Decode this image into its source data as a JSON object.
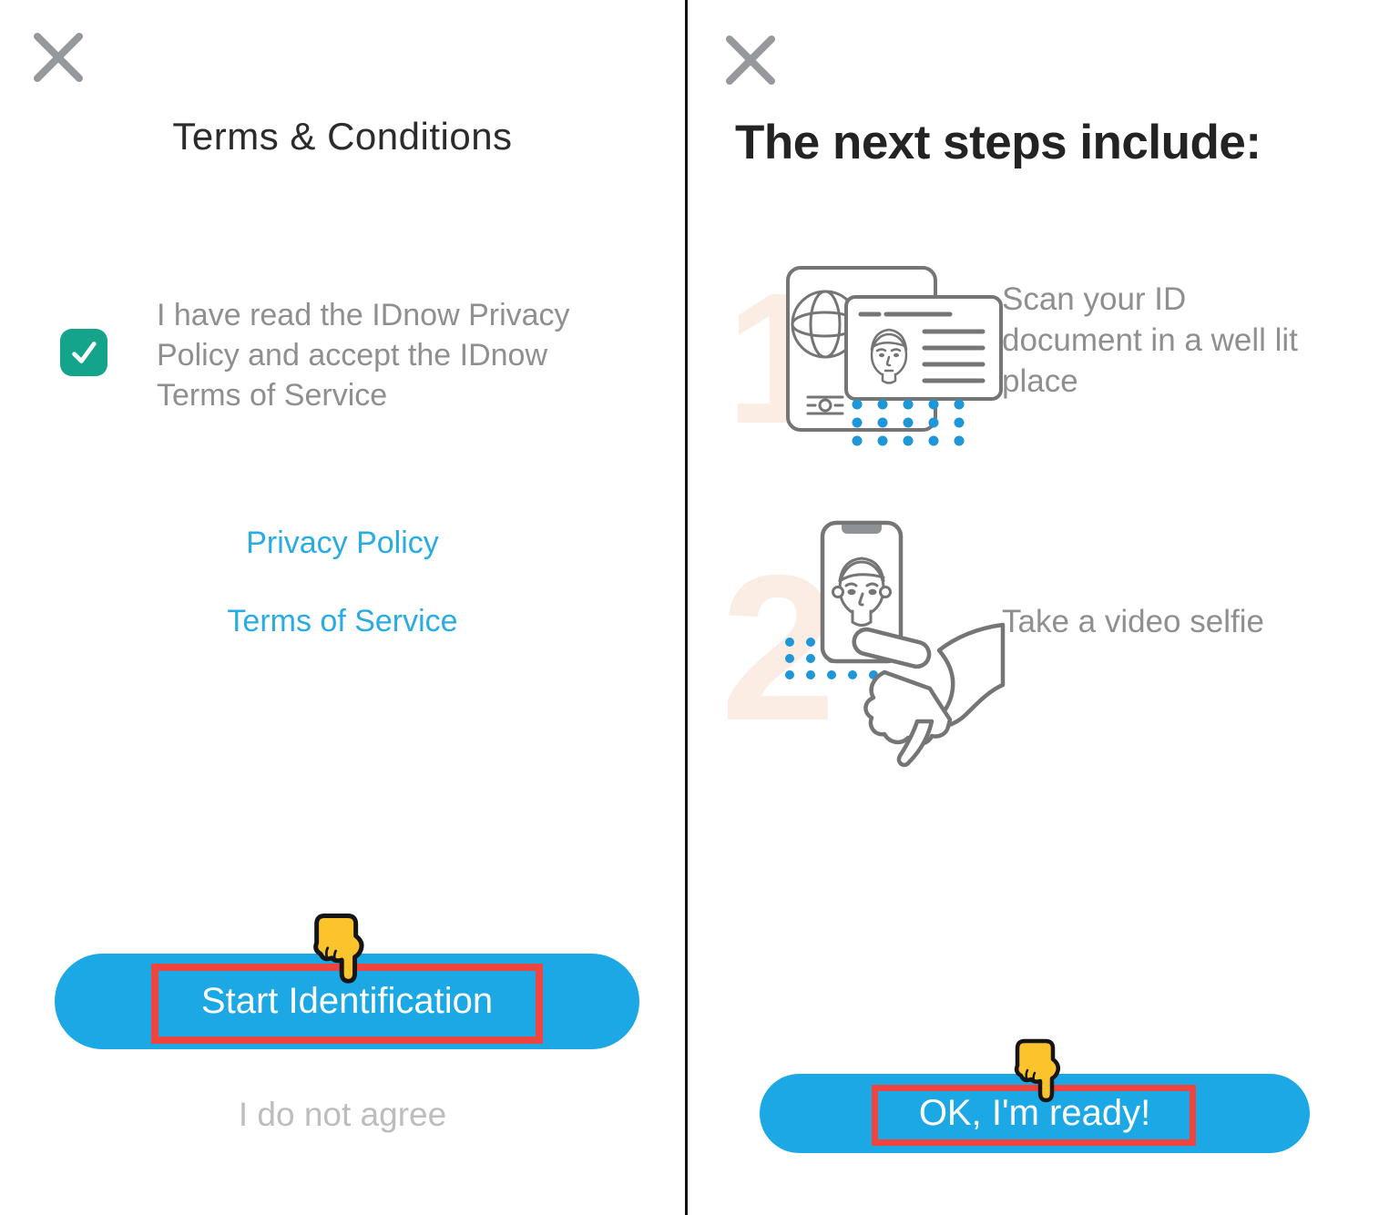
{
  "left_screen": {
    "title": "Terms & Conditions",
    "consent_checkbox": {
      "checked": true,
      "label": "I have read the IDnow Privacy Policy and accept the IDnow Terms of Service"
    },
    "links": [
      {
        "label": "Privacy Policy"
      },
      {
        "label": "Terms of Service"
      }
    ],
    "primary_button_label": "Start Identification",
    "secondary_button_label": "I do not agree"
  },
  "right_screen": {
    "title": "The next steps include:",
    "steps": [
      {
        "number": "1",
        "label": "Scan your ID document in a well lit place"
      },
      {
        "number": "2",
        "label": "Take a video selfie"
      }
    ],
    "primary_button_label": "OK, I'm ready!"
  },
  "icons": {
    "close": "close-x",
    "checkbox_check": "checkmark",
    "cursor": "hand-pointing-down",
    "step1_illustration": "id-document-scan",
    "step2_illustration": "selfie-phone-in-hand"
  },
  "colors": {
    "primary_blue": "#1BA8E5",
    "link_blue": "#29ABE4",
    "checkbox_teal": "#14A38B",
    "highlight_red": "#EF4540",
    "cursor_yellow": "#FBC42D",
    "dot_blue": "#1E96D8",
    "faint_number_peach": "#FCEDE4",
    "title_dark": "#2B2B2B",
    "body_gray": "#8F8F8F",
    "muted_gray": "#BDBDBD",
    "outline_gray": "#757575",
    "close_icon_gray": "#95999D"
  }
}
